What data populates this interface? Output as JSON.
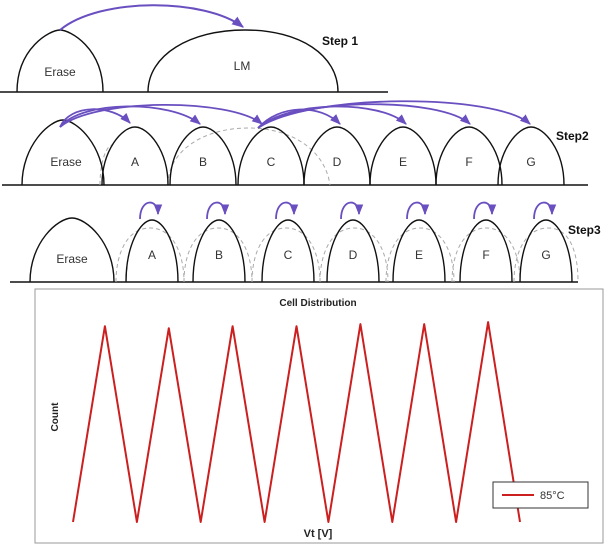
{
  "colors": {
    "outline": "#111111",
    "arrow": "#6a4fc0",
    "ghost": "#aaaaaa",
    "series": "#cc1f1f",
    "frame": "#999999"
  },
  "step1": {
    "title": "Step 1",
    "states": [
      "Erase",
      "LM"
    ]
  },
  "step2": {
    "title": "Step2",
    "states": [
      "Erase",
      "A",
      "B",
      "C",
      "D",
      "E",
      "F",
      "G"
    ]
  },
  "step3": {
    "title": "Step3",
    "states": [
      "Erase",
      "A",
      "B",
      "C",
      "D",
      "E",
      "F",
      "G"
    ]
  },
  "chart_data": {
    "type": "line",
    "title": "Cell Distribution",
    "xlabel": "Vt [V]",
    "ylabel": "Count",
    "legend": {
      "placement": "bottom-right"
    },
    "grid": false,
    "series": [
      {
        "name": "85°C",
        "peaks": [
          0.96,
          0.95,
          0.96,
          0.96,
          0.97,
          0.97,
          0.98
        ],
        "valleys": [
          0.0,
          0.0,
          0.0,
          0.0,
          0.0,
          0.0
        ]
      }
    ]
  }
}
